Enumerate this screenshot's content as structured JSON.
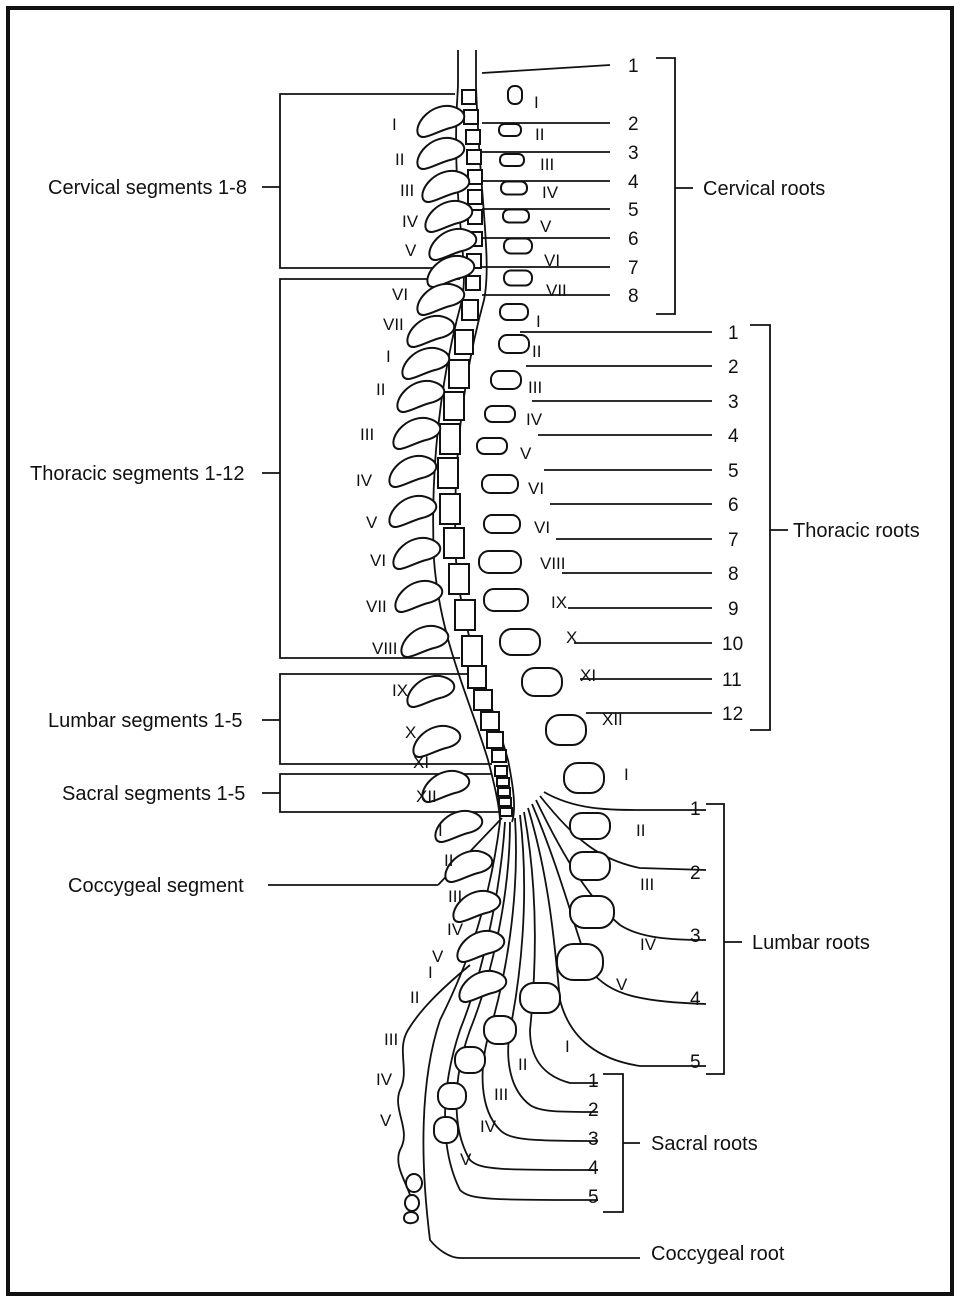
{
  "colors": {
    "ink": "#111111",
    "background": "#ffffff"
  },
  "segments": {
    "cervical": "Cervical segments 1-8",
    "thoracic": "Thoracic segments 1-12",
    "lumbar": "Lumbar segments 1-5",
    "sacral": "Sacral segments 1-5",
    "coccygeal": "Coccygeal segment"
  },
  "roots": {
    "cervical": {
      "label": "Cervical roots",
      "numbers": [
        "1",
        "2",
        "3",
        "4",
        "5",
        "6",
        "7",
        "8"
      ]
    },
    "thoracic": {
      "label": "Thoracic roots",
      "numbers": [
        "1",
        "2",
        "3",
        "4",
        "5",
        "6",
        "7",
        "8",
        "9",
        "10",
        "11",
        "12"
      ]
    },
    "lumbar": {
      "label": "Lumbar roots",
      "numbers": [
        "1",
        "2",
        "3",
        "4",
        "5"
      ]
    },
    "sacral": {
      "label": "Sacral roots",
      "numbers": [
        "1",
        "2",
        "3",
        "4",
        "5"
      ]
    },
    "coccygeal": {
      "label": "Coccygeal root"
    }
  },
  "vertebrae_left": {
    "cervical": [
      "I",
      "II",
      "III",
      "IV",
      "V",
      "VI",
      "VII"
    ],
    "thoracic": [
      "I",
      "II",
      "III",
      "IV",
      "V",
      "VI",
      "VII",
      "VIII",
      "IX",
      "X",
      "XI",
      "XII"
    ],
    "lumbar": [
      "I",
      "II",
      "III",
      "IV",
      "V"
    ],
    "sacral": [
      "I",
      "II",
      "III",
      "IV",
      "V"
    ]
  },
  "vertebrae_right": {
    "cervical": [
      "I",
      "II",
      "III",
      "IV",
      "V",
      "VI",
      "VII"
    ],
    "thoracic": [
      "I",
      "II",
      "III",
      "IV",
      "V",
      "VI",
      "VIII",
      "IX",
      "X",
      "XI",
      "XII"
    ],
    "lumbar": [
      "I",
      "II",
      "III",
      "IV",
      "V"
    ],
    "sacral": [
      "I",
      "II",
      "III",
      "IV",
      "V"
    ]
  },
  "thoracic_right_seventh": "VI"
}
